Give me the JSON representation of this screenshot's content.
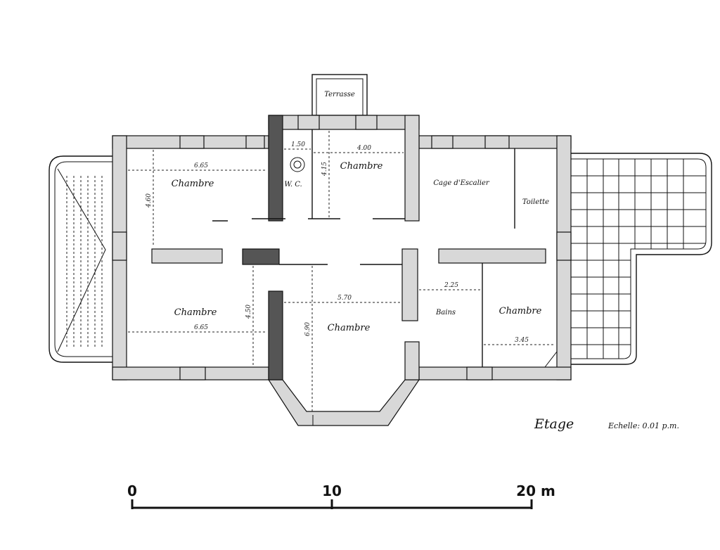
{
  "plan": {
    "title": "Etage",
    "scale_note": "Echelle: 0.01 p.m.",
    "rooms": {
      "terrasse": "Terrasse",
      "chambre_nw": "Chambre",
      "wc": "W. C.",
      "chambre_n": "Chambre",
      "cage_escalier": "Cage d'Escalier",
      "toilette": "Toilette",
      "chambre_sw": "Chambre",
      "chambre_s": "Chambre",
      "bains": "Bains",
      "chambre_se": "Chambre"
    },
    "dimensions": {
      "nw_width": "6.65",
      "nw_depth": "4.60",
      "wc_width": "1.50",
      "chambre_n_width": "4.00",
      "chambre_n_depth": "4.15",
      "sw_width": "6.65",
      "sw_depth": "4.50",
      "s_width": "5.70",
      "s_depth": "6.90",
      "bains_width": "2.25",
      "se_width": "3.45"
    }
  },
  "scale_bar": {
    "labels": [
      "0",
      "10",
      "20 m"
    ]
  }
}
